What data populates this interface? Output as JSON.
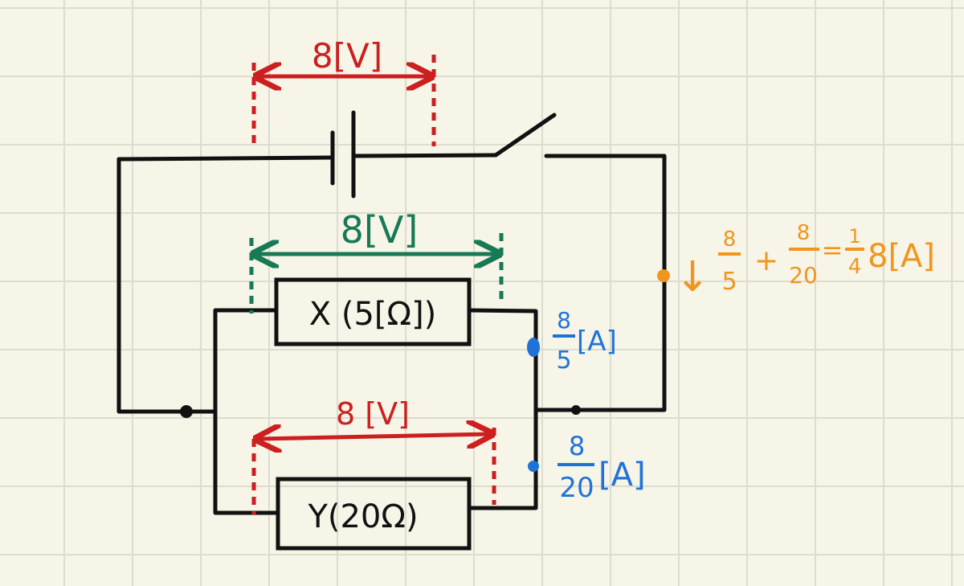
{
  "colors": {
    "wire": "#111111",
    "battery_voltage": "#cc1f1f",
    "x_voltage": "#177a55",
    "y_voltage": "#cc1f1f",
    "branch_current": "#1f73d8",
    "total_current": "#f0961e",
    "grid": "#dcdccf",
    "paper": "#f7f4e8"
  },
  "battery_voltage_label": "8[V]",
  "x_voltage_label": "8[V]",
  "y_voltage_label": "8 [V]",
  "resistor_x": {
    "label": "X (5[Ω])"
  },
  "resistor_y": {
    "label": "Y(20Ω)"
  },
  "x_current": {
    "numerator": "8",
    "denominator": "5",
    "unit": "[A]"
  },
  "y_current": {
    "numerator": "8",
    "denominator": "20",
    "unit": "[A]"
  },
  "total_current": {
    "arrow": "↓",
    "term1_num": "8",
    "term1_den": "5",
    "plus": "+",
    "term2_num": "8",
    "term2_den": "20",
    "equals": "=",
    "result_num": "1",
    "result_den": "4",
    "result_rest": "8[A]"
  }
}
